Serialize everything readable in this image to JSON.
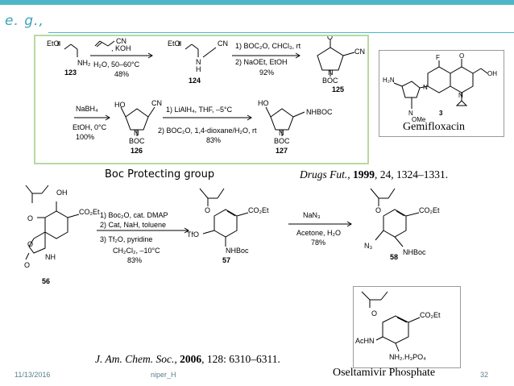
{
  "slide": {
    "eg_label": "e. g.,",
    "gemi_label": "Gemifloxacin",
    "boc_label": "Boc Protecting group",
    "drugs_cite": {
      "journal": "Drugs Fut",
      "sep1": "., ",
      "year": "1999",
      "rest": ", 24, 1324–1331."
    },
    "jacs_cite": {
      "journal": "J. Am. Chem. Soc",
      "sep1": "., ",
      "year": "2006",
      "rest": ", 128: 6310–6311."
    },
    "osel_label": "Oseltamivir Phosphate",
    "footer": {
      "date": "11/13/2016",
      "author": "niper_H",
      "page": "32"
    }
  },
  "scheme1": {
    "reagent_a1": "CN",
    "reagent_a2": ", KOH",
    "cond_a": "H₂O, 50–60°C",
    "yield_a": "48%",
    "cond_b1": "1) BOC₂O, CHCl₃, rt",
    "cond_b2": "2) NaOEt, EtOH",
    "yield_b": "92%",
    "cond_c1": "NaBH₄",
    "cond_c2": "EtOH, 0°C",
    "yield_c": "100%",
    "cond_d1": "1) LiAlH₄, THF, –5°C",
    "cond_d2": "2) BOC₂O, 1,4-dioxane/H₂O, rt",
    "yield_d": "83%",
    "cpd_123": "123",
    "cpd_124": "124",
    "cpd_125": "125",
    "cpd_126": "126",
    "cpd_127": "127",
    "lbl_eto": "EtO",
    "lbl_nh2": "NH₂",
    "lbl_cn": "CN",
    "lbl_n": "N",
    "lbl_h": "H",
    "lbl_boc": "BOC",
    "lbl_ho": "HO",
    "lbl_nhboc": "NHBOC",
    "lbl_o": "O"
  },
  "gemi": {
    "lbl_f": "F",
    "lbl_oh": "OH",
    "lbl_h2n": "H₂N",
    "lbl_n": "N",
    "lbl_ome": "OMe",
    "lbl_o": "O",
    "cpd": "3"
  },
  "scheme2": {
    "cond_a1": "1) Boc₂O, cat. DMAP",
    "cond_a2": "2) Cat, NaH, toluene",
    "cond_a3": "3) Tf₂O, pyridine",
    "cond_a4": "CH₂Cl₂, –10°C",
    "yield_a": "83%",
    "cond_b1": "NaN₃",
    "cond_b2": "Acetone, H₂O",
    "yield_b": "78%",
    "cpd_56": "56",
    "cpd_57": "57",
    "cpd_58": "58",
    "lbl_oh": "OH",
    "lbl_co2et": "CO₂Et",
    "lbl_o": "O",
    "lbl_nh": "NH",
    "lbl_tfo": "TfO",
    "lbl_nhboc": "NHBoc",
    "lbl_n3": "N₃"
  },
  "osel": {
    "lbl_o": "O",
    "lbl_co2et": "CO₂Et",
    "lbl_achn": "AcHN",
    "lbl_nh2": "NH₂.H₃PO₄"
  }
}
